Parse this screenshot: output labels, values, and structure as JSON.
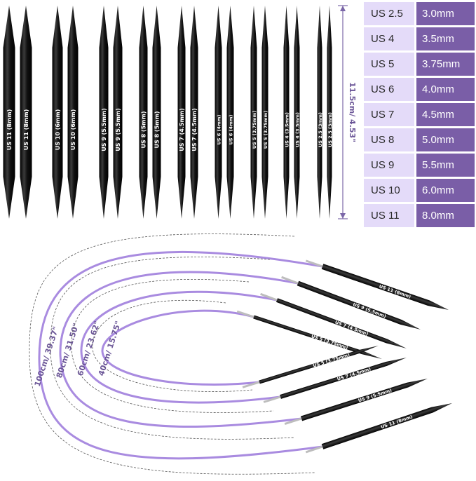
{
  "needles": [
    {
      "label": "US 11 (8mm)"
    },
    {
      "label": "US 10 (6mm)"
    },
    {
      "label": "US 9 (5.5mm)"
    },
    {
      "label": "US 8 (5mm)"
    },
    {
      "label": "US 7 (4.5mm)"
    },
    {
      "label": "US 6 (4mm)"
    },
    {
      "label": "US 5 (3.75mm)"
    },
    {
      "label": "US 4 (3.5mm)"
    },
    {
      "label": "US 2.5 (3mm)"
    }
  ],
  "needle_length_label": "11.5cm/ 4.53\"",
  "size_table": [
    {
      "us": "US 2.5",
      "mm": "3.0mm"
    },
    {
      "us": "US 4",
      "mm": "3.5mm"
    },
    {
      "us": "US 5",
      "mm": "3.75mm"
    },
    {
      "us": "US 6",
      "mm": "4.0mm"
    },
    {
      "us": "US 7",
      "mm": "4.5mm"
    },
    {
      "us": "US 8",
      "mm": "5.0mm"
    },
    {
      "us": "US 9",
      "mm": "5.5mm"
    },
    {
      "us": "US 10",
      "mm": "6.0mm"
    },
    {
      "us": "US 11",
      "mm": "8.0mm"
    }
  ],
  "cables": [
    {
      "length": "100cm/ 39.37\"",
      "needle_label": "US 11 (8mm)"
    },
    {
      "length": "80cm/ 31.50\"",
      "needle_label": "US 9 (5.5mm)"
    },
    {
      "length": "60cm/ 23.62\"",
      "needle_label": "US 7 (4.5mm)"
    },
    {
      "length": "40cm/ 15.75\"",
      "needle_label": "US 5 (3.75mm)"
    }
  ],
  "colors": {
    "needle": "#1a1a1a",
    "cable": "#a98be0",
    "table_light": "#e4dbf9",
    "table_dark": "#7a5ea7",
    "dimension": "#6b5697"
  }
}
